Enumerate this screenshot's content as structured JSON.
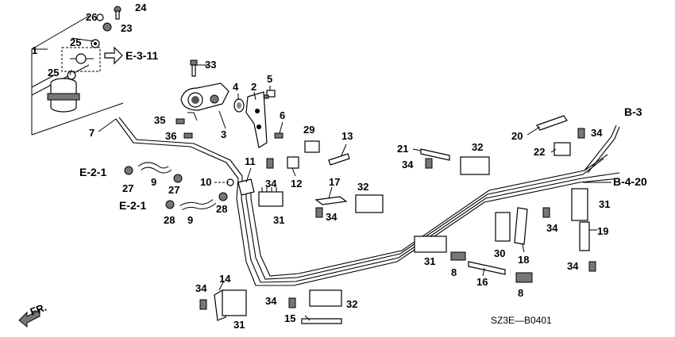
{
  "callouts": {
    "c1": "1",
    "c2": "2",
    "c3": "3",
    "c4": "4",
    "c5": "5",
    "c6": "6",
    "c7": "7",
    "c8a": "8",
    "c8b": "8",
    "c9a": "9",
    "c9b": "9",
    "c10": "10",
    "c11": "11",
    "c12": "12",
    "c13": "13",
    "c14": "14",
    "c15": "15",
    "c16": "16",
    "c17": "17",
    "c18": "18",
    "c19": "19",
    "c20": "20",
    "c21": "21",
    "c22": "22",
    "c23": "23",
    "c24": "24",
    "c25a": "25",
    "c25b": "25",
    "c26": "26",
    "c27a": "27",
    "c27b": "27",
    "c28a": "28",
    "c28b": "28",
    "c29": "29",
    "c30": "30",
    "c31a": "31",
    "c31b": "31",
    "c31c": "31",
    "c31d": "31",
    "c32a": "32",
    "c32b": "32",
    "c32c": "32",
    "c33": "33",
    "c34a": "34",
    "c34b": "34",
    "c34c": "34",
    "c34d": "34",
    "c34e": "34",
    "c34f": "34",
    "c34g": "34",
    "c34h": "34",
    "c35": "35",
    "c36": "36"
  },
  "references": {
    "e311": "E-3-11",
    "e21a": "E-2-1",
    "e21b": "E-2-1",
    "b3": "B-3",
    "b420": "B-4-20"
  },
  "front_label": "FR.",
  "diagram_code": "SZ3E—B0401"
}
